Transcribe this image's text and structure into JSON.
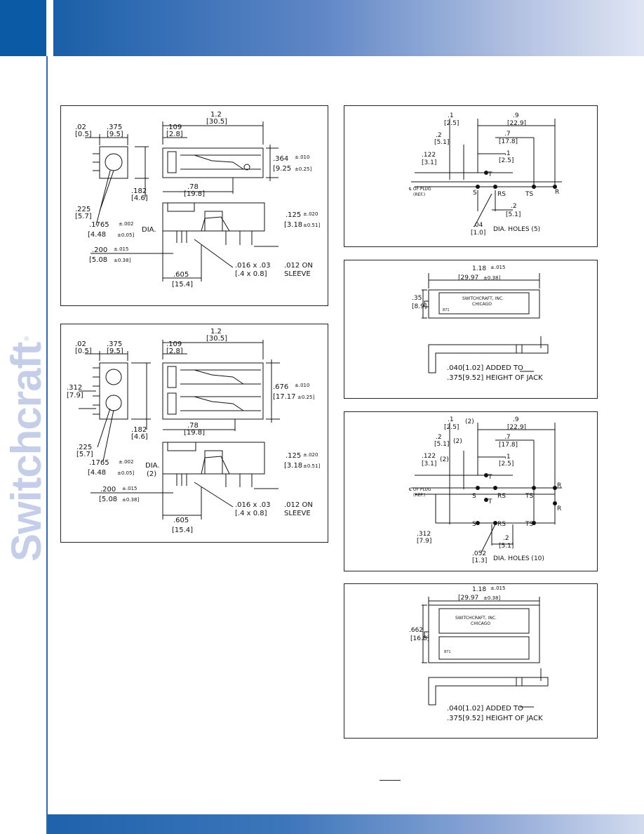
{
  "brand": {
    "name": "Switchcraft",
    "reg": "®",
    "color": "#c4cee8"
  },
  "colors": {
    "bar_dark": "#0a5aa6",
    "bar_light": "#dfe5f2",
    "rule": "#2b6bb4"
  },
  "panel1": {
    "dims": [
      "1.2",
      "[30.5]",
      ".109",
      "[2.8]",
      ".02",
      "[0.5]",
      ".375",
      "[9.5]",
      ".364",
      "±.010",
      "[9.25",
      "±0.25]",
      ".182",
      "[4.6]",
      ".78",
      "[19.8]",
      ".225",
      "[5.7]",
      ".1765",
      "±.002",
      "[4.48",
      "±0.05]",
      "DIA.",
      ".125",
      "±.020",
      "[3.18",
      "±0.51]",
      ".200",
      "±.015",
      "[5.08",
      "±0.38]",
      ".016 x .03",
      "[.4 x 0.8]",
      ".012 ON",
      "SLEEVE",
      ".605",
      "[15.4]"
    ]
  },
  "panel2": {
    "dims": [
      "1.2",
      "[30.5]",
      ".109",
      "[2.8]",
      ".02",
      "[0.5]",
      ".375",
      "[9.5]",
      ".312",
      "[7.9]",
      ".676",
      "±.010",
      "[17.17",
      "±0.25]",
      ".182",
      "[4.6]",
      ".78",
      "[19.8]",
      ".225",
      "[5.7]",
      ".1765",
      "±.002",
      "[4.48",
      "±0.05]",
      "DIA.",
      "(2)",
      ".125",
      "±.020",
      "[3.18",
      "±0.51]",
      ".200",
      "±.015",
      "[5.08",
      "±0.38]",
      ".016 x .03",
      "[.4 x 0.8]",
      ".012 ON",
      "SLEEVE",
      ".605",
      "[15.4]"
    ]
  },
  "panel3": {
    "dims": [
      ".1",
      "[2.5]",
      ".9",
      "[22.9]",
      ".2",
      "[5.1]",
      ".7",
      "[17.8]",
      ".1",
      "[2.5]",
      ".122",
      "[3.1]",
      "℄ OF PLUG",
      "(REF.)",
      "T",
      "R",
      "S",
      "RS",
      "TS",
      ".2",
      "[5.1]",
      ".04",
      "[1.0]",
      "DIA. HOLES (5)"
    ]
  },
  "panel4": {
    "dims": [
      "1.18",
      "±.015",
      "[29.97",
      "±0.38]",
      ".35",
      "[8.9]",
      "SWITCHCRAFT, INC.",
      "CHICAGO",
      "871",
      ".040[1.02] ADDED TO",
      ".375[9.52] HEIGHT OF JACK"
    ]
  },
  "panel5": {
    "dims": [
      ".1",
      "[2.5]",
      "(2)",
      ".9",
      "[22.9]",
      ".2",
      "[5.1]",
      "(2)",
      ".7",
      "[17.8]",
      ".1",
      "[2.5]",
      ".122",
      "[3.1]",
      "(2)",
      "℄ OF PLUG",
      "(REF.)",
      "S",
      "T",
      "RS",
      "TS",
      "R",
      "T",
      "R",
      "S",
      "RS",
      "TS",
      ".312",
      "[7.9]",
      ".2",
      "[5.1]",
      ".052",
      "[1.3]",
      "DIA. HOLES (10)"
    ]
  },
  "panel6": {
    "dims": [
      "1.18",
      "±.015",
      "[29.97",
      "±0.38]",
      ".662",
      "[16.8]",
      "SWITCHCRAFT, INC.",
      "CHICAGO",
      "871",
      ".040[1.02] ADDED TO",
      ".375[9.52] HEIGHT OF JACK"
    ]
  }
}
